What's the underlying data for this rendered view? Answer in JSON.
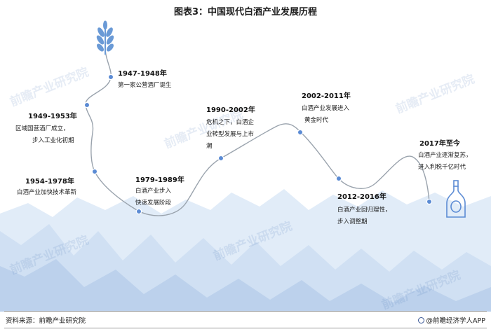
{
  "title": "图表3：中国现代白酒产业发展历程",
  "watermark_text": "前瞻产业研究院",
  "colors": {
    "line": "#9aa3ad",
    "node": "#5b8bd4",
    "mountain": "#c9dcf2",
    "mountain_dark": "#b6cdea",
    "wheat": "#6a9ad6"
  },
  "icons": {
    "start": "wheat-icon",
    "end": "liquor-bottle-icon"
  },
  "milestones": [
    {
      "period": "1947-1948年",
      "lines": [
        "第一家公营酒厂诞生"
      ]
    },
    {
      "period": "1949-1953年",
      "lines": [
        "区域国营酒厂成立，",
        "步入工业化初期"
      ]
    },
    {
      "period": "1954-1978年",
      "lines": [
        "白酒产业加快技术革新"
      ]
    },
    {
      "period": "1979-1989年",
      "lines": [
        "白酒产业步入",
        "快速发展阶段"
      ]
    },
    {
      "period": "1990-2002年",
      "lines": [
        "危机之下，白酒企",
        "业转型发展与上市",
        "潮"
      ]
    },
    {
      "period": "2002-2011年",
      "lines": [
        "白酒产业发展进入",
        "黄金时代"
      ]
    },
    {
      "period": "2012-2016年",
      "lines": [
        "白酒产业回归理性，",
        "步入调整期"
      ]
    },
    {
      "period": "2017年至今",
      "lines": [
        "白酒产业逐渐复苏，",
        "进入利税千亿时代"
      ]
    }
  ],
  "footer": {
    "source": "资料来源：前瞻产业研究院",
    "brand": "@前瞻经济学人APP"
  }
}
